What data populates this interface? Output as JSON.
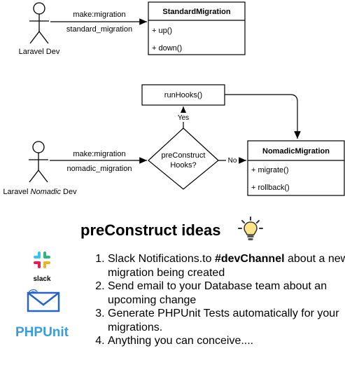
{
  "diagram_top": {
    "actor_label": "Laravel Dev",
    "arrow_label_1": "make:migration",
    "arrow_label_2": "standard_migration",
    "class_name": "StandardMigration",
    "methods": [
      "+ up()",
      "+ down()"
    ]
  },
  "diagram_bottom": {
    "actor_label_prefix": "Laravel ",
    "actor_label_italic": "Nomadic",
    "actor_label_suffix": " Dev",
    "arrow_label_1": "make:migration",
    "arrow_label_2": "nomadic_migration",
    "decision_line_1": "preConstruct",
    "decision_line_2": "Hooks?",
    "yes_label": "Yes",
    "no_label": "No",
    "hooks_box": "runHooks()",
    "class_name": "NomadicMigration",
    "methods": [
      "+ migrate()",
      "+ rollback()"
    ]
  },
  "ideas": {
    "title": "preConstruct ideas",
    "items": [
      {
        "pre": "Slack Notifications.to ",
        "bold": "#devChannel",
        "post": " about a new migration being created"
      },
      {
        "pre": "Send email to your Database team about an upcoming change",
        "bold": "",
        "post": ""
      },
      {
        "pre": "Generate PHPUnit Tests automatically for your migrations.",
        "bold": "",
        "post": ""
      },
      {
        "pre": "Anything you can conceive....",
        "bold": "",
        "post": ""
      }
    ]
  },
  "logos": {
    "slack_text": "slack",
    "email_symbol": "@",
    "phpunit_text": "PHPUnit"
  },
  "colors": {
    "line": "#000000",
    "bulb_fill": "#FFE48A",
    "bulb_outline": "#333333",
    "phpunit_blue": "#3C9CD7",
    "email_blue": "#2A63C8"
  }
}
